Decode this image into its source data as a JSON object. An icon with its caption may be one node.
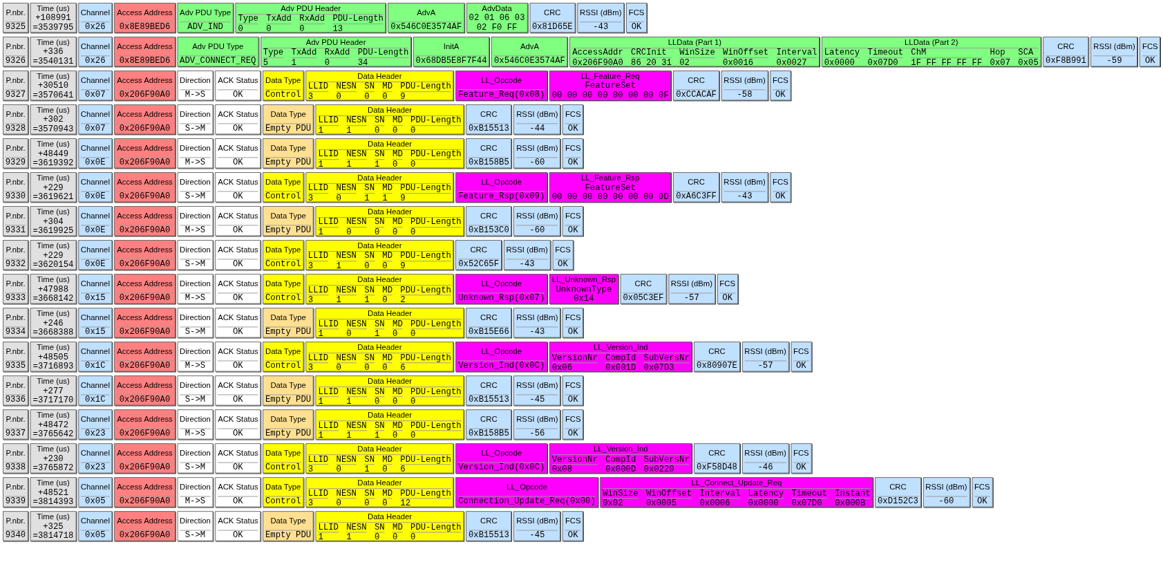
{
  "diagram": {
    "nodes": [
      {
        "text": [
          "P.nbr.",
          "9325"
        ]
      },
      {
        "text": [
          "Time (us)",
          "+108991",
          "=3539795"
        ]
      },
      {
        "text": [
          "Channel",
          "0x26"
        ]
      },
      {
        "text": [
          "Access Address",
          "0x8E89BED6"
        ]
      },
      {
        "text": [
          "Adv PDU Type",
          "ADV_IND"
        ]
      },
      {
        "text": [
          "Adv PDU Header",
          "Type",
          "TxAdd",
          "RxAdd",
          "PDU-Length",
          "0",
          "0",
          "0",
          "13"
        ]
      },
      {
        "text": [
          "AdvA",
          "0x546C0E3574AF"
        ]
      },
      {
        "text": [
          "AdvData",
          "02 01 06 03",
          "02 F0 FF"
        ]
      },
      {
        "text": [
          "CRC",
          "0x81D65E"
        ]
      },
      {
        "text": [
          "RSSI (dBm)",
          "-43"
        ]
      },
      {
        "text": [
          "FCS",
          "OK"
        ]
      },
      {
        "text": [
          "P.nbr.",
          "9326"
        ]
      },
      {
        "text": [
          "Time (us)",
          "+336",
          "=3540131"
        ]
      },
      {
        "text": [
          "Channel",
          "0x26"
        ]
      },
      {
        "text": [
          "Access Address",
          "0x8E89BED6"
        ]
      },
      {
        "text": [
          "Adv PDU Type",
          "ADV_CONNECT_REQ"
        ]
      },
      {
        "text": [
          "Adv PDU Header",
          "Type",
          "TxAdd",
          "RxAdd",
          "PDU-Length",
          "5",
          "1",
          "0",
          "34"
        ]
      },
      {
        "text": [
          "InitA",
          "0x68DB5E8F7F44"
        ]
      },
      {
        "text": [
          "AdvA",
          "0x546C0E3574AF"
        ]
      },
      {
        "text": [
          "LLData (Part 1)",
          "AccessAddr",
          "CRCInit",
          "WinSize",
          "WinOffset",
          "Interval",
          "0x206F90A0",
          "86 20 31",
          "02",
          "0x0016",
          "0x0027"
        ]
      },
      {
        "text": [
          "LLData (Part 2)",
          "Latency",
          "Timeout",
          "ChM",
          "Hop",
          "SCA",
          "0x0000",
          "0x07D0",
          "1F FF FF FF FF",
          "0x07",
          "0x05"
        ]
      },
      {
        "text": [
          "CRC",
          "0xF8B991"
        ]
      },
      {
        "text": [
          "RSSI (dBm)",
          "-59"
        ]
      },
      {
        "text": [
          "FCS",
          "OK"
        ]
      },
      {
        "text": [
          "P.nbr.",
          "9327"
        ]
      },
      {
        "text": [
          "Time (us)",
          "+30510",
          "=3570641"
        ]
      },
      {
        "text": [
          "Channel",
          "0x07"
        ]
      },
      {
        "text": [
          "Access Address",
          "0x206F90A0"
        ]
      },
      {
        "text": [
          "Direction",
          "M->S"
        ]
      },
      {
        "text": [
          "ACK Status",
          "OK"
        ]
      },
      {
        "text": [
          "Data Type",
          "Control"
        ]
      },
      {
        "text": [
          "Data Header",
          "LLID",
          "NESN",
          "SN",
          "MD",
          "PDU-Length",
          "3",
          "0",
          "0",
          "0",
          "9"
        ]
      },
      {
        "text": [
          "LL_Opcode",
          "Feature_Req(0x08)"
        ]
      },
      {
        "text": [
          "LL_Feature_Req",
          "FeatureSet",
          "00 00 00 00 00 00 00 0F"
        ]
      },
      {
        "text": [
          "CRC",
          "0xCCACAF"
        ]
      },
      {
        "text": [
          "RSSI (dBm)",
          "-58"
        ]
      },
      {
        "text": [
          "FCS",
          "OK"
        ]
      },
      {
        "text": [
          "P.nbr.",
          "9328"
        ]
      },
      {
        "text": [
          "Time (us)",
          "+302",
          "=3570943"
        ]
      },
      {
        "text": [
          "Channel",
          "0x07"
        ]
      },
      {
        "text": [
          "Access Address",
          "0x206F90A0"
        ]
      },
      {
        "text": [
          "Direction",
          "S->M"
        ]
      },
      {
        "text": [
          "ACK Status",
          "OK"
        ]
      },
      {
        "text": [
          "Data Type",
          "Empty PDU"
        ]
      },
      {
        "text": [
          "Data Header",
          "LLID",
          "NESN",
          "SN",
          "MD",
          "PDU-Length",
          "1",
          "1",
          "0",
          "0",
          "0"
        ]
      },
      {
        "text": [
          "CRC",
          "0xB15513"
        ]
      },
      {
        "text": [
          "RSSI (dBm)",
          "-44"
        ]
      },
      {
        "text": [
          "FCS",
          "OK"
        ]
      },
      {
        "text": [
          "P.nbr.",
          "9329"
        ]
      },
      {
        "text": [
          "Time (us)",
          "+48449",
          "=3619392"
        ]
      },
      {
        "text": [
          "Channel",
          "0x0E"
        ]
      },
      {
        "text": [
          "Access Address",
          "0x206F90A0"
        ]
      },
      {
        "text": [
          "Direction",
          "M->S"
        ]
      },
      {
        "text": [
          "ACK Status",
          "OK"
        ]
      },
      {
        "text": [
          "Data Type",
          "Empty PDU"
        ]
      },
      {
        "text": [
          "Data Header",
          "LLID",
          "NESN",
          "SN",
          "MD",
          "PDU-Length",
          "1",
          "1",
          "1",
          "0",
          "0"
        ]
      },
      {
        "text": [
          "CRC",
          "0xB158B5"
        ]
      },
      {
        "text": [
          "RSSI (dBm)",
          "-60"
        ]
      },
      {
        "text": [
          "FCS",
          "OK"
        ]
      },
      {
        "text": [
          "P.nbr.",
          "9330"
        ]
      },
      {
        "text": [
          "Time (us)",
          "+229",
          "=3619621"
        ]
      },
      {
        "text": [
          "Channel",
          "0x0E"
        ]
      },
      {
        "text": [
          "Access Address",
          "0x206F90A0"
        ]
      },
      {
        "text": [
          "Direction",
          "S->M"
        ]
      },
      {
        "text": [
          "ACK Status",
          "OK"
        ]
      },
      {
        "text": [
          "Data Type",
          "Control"
        ]
      },
      {
        "text": [
          "Data Header",
          "LLID",
          "NESN",
          "SN",
          "MD",
          "PDU-Length",
          "3",
          "0",
          "1",
          "1",
          "9"
        ]
      },
      {
        "text": [
          "LL_Opcode",
          "Feature_Rsp(0x09)"
        ]
      },
      {
        "text": [
          "LL_Feature_Rsp",
          "FeatureSet",
          "00 00 00 00 00 00 00 0D"
        ]
      },
      {
        "text": [
          "CRC",
          "0xA6C3FF"
        ]
      },
      {
        "text": [
          "RSSI (dBm)",
          "-43"
        ]
      },
      {
        "text": [
          "FCS",
          "OK"
        ]
      },
      {
        "text": [
          "P.nbr.",
          "9331"
        ]
      },
      {
        "text": [
          "Time (us)",
          "+304",
          "=3619925"
        ]
      },
      {
        "text": [
          "Channel",
          "0x0E"
        ]
      },
      {
        "text": [
          "Access Address",
          "0x206F90A0"
        ]
      },
      {
        "text": [
          "Direction",
          "M->S"
        ]
      },
      {
        "text": [
          "ACK Status",
          "OK"
        ]
      },
      {
        "text": [
          "Data Type",
          "Empty PDU"
        ]
      },
      {
        "text": [
          "Data Header",
          "LLID",
          "NESN",
          "SN",
          "MD",
          "PDU-Length",
          "1",
          "0",
          "0",
          "0",
          "0"
        ]
      },
      {
        "text": [
          "CRC",
          "0xB153C0"
        ]
      },
      {
        "text": [
          "RSSI (dBm)",
          "-60"
        ]
      },
      {
        "text": [
          "FCS",
          "OK"
        ]
      },
      {
        "text": [
          "P.nbr.",
          "9332"
        ]
      },
      {
        "text": [
          "Time (us)",
          "+229",
          "=3620154"
        ]
      },
      {
        "text": [
          "Channel",
          "0x0E"
        ]
      },
      {
        "text": [
          "Access Address",
          "0x206F90A0"
        ]
      },
      {
        "text": [
          "Direction",
          "S->M"
        ]
      },
      {
        "text": [
          "ACK Status",
          "OK"
        ]
      },
      {
        "text": [
          "Data Type",
          "Control"
        ]
      },
      {
        "text": [
          "Data Header",
          "LLID",
          "NESN",
          "SN",
          "MD",
          "PDU-Length",
          "3",
          "1",
          "0",
          "0",
          "9"
        ]
      },
      {
        "text": [
          "CRC",
          "0x52C65F"
        ]
      },
      {
        "text": [
          "RSSI (dBm)",
          "-43"
        ]
      },
      {
        "text": [
          "FCS",
          "OK"
        ]
      },
      {
        "text": [
          "P.nbr.",
          "9333"
        ]
      },
      {
        "text": [
          "Time (us)",
          "+47988",
          "=3668142"
        ]
      },
      {
        "text": [
          "Channel",
          "0x15"
        ]
      },
      {
        "text": [
          "Access Address",
          "0x206F90A0"
        ]
      },
      {
        "text": [
          "Direction",
          "M->S"
        ]
      },
      {
        "text": [
          "ACK Status",
          "OK"
        ]
      },
      {
        "text": [
          "Data Type",
          "Control"
        ]
      },
      {
        "text": [
          "Data Header",
          "LLID",
          "NESN",
          "SN",
          "MD",
          "PDU-Length",
          "3",
          "1",
          "1",
          "0",
          "2"
        ]
      },
      {
        "text": [
          "LL_Opcode",
          "Unknown_Rsp(0x07)"
        ]
      },
      {
        "text": [
          "LL_Unknown_Rsp",
          "UnknownType",
          "0x14"
        ]
      },
      {
        "text": [
          "CRC",
          "0x05C3EF"
        ]
      },
      {
        "text": [
          "RSSI (dBm)",
          "-57"
        ]
      },
      {
        "text": [
          "FCS",
          "OK"
        ]
      },
      {
        "text": [
          "P.nbr.",
          "9334"
        ]
      },
      {
        "text": [
          "Time (us)",
          "+246",
          "=3668388"
        ]
      },
      {
        "text": [
          "Channel",
          "0x15"
        ]
      },
      {
        "text": [
          "Access Address",
          "0x206F90A0"
        ]
      },
      {
        "text": [
          "Direction",
          "S->M"
        ]
      },
      {
        "text": [
          "ACK Status",
          "OK"
        ]
      },
      {
        "text": [
          "Data Type",
          "Empty PDU"
        ]
      },
      {
        "text": [
          "Data Header",
          "LLID",
          "NESN",
          "SN",
          "MD",
          "PDU-Length",
          "1",
          "0",
          "1",
          "0",
          "0"
        ]
      },
      {
        "text": [
          "CRC",
          "0xB15E66"
        ]
      },
      {
        "text": [
          "RSSI (dBm)",
          "-43"
        ]
      },
      {
        "text": [
          "FCS",
          "OK"
        ]
      },
      {
        "text": [
          "P.nbr.",
          "9335"
        ]
      },
      {
        "text": [
          "Time (us)",
          "+48505",
          "=3716893"
        ]
      },
      {
        "text": [
          "Channel",
          "0x1C"
        ]
      },
      {
        "text": [
          "Access Address",
          "0x206F90A0"
        ]
      },
      {
        "text": [
          "Direction",
          "M->S"
        ]
      },
      {
        "text": [
          "ACK Status",
          "OK"
        ]
      },
      {
        "text": [
          "Data Type",
          "Control"
        ]
      },
      {
        "text": [
          "Data Header",
          "LLID",
          "NESN",
          "SN",
          "MD",
          "PDU-Length",
          "3",
          "0",
          "0",
          "0",
          "6"
        ]
      },
      {
        "text": [
          "LL_Opcode",
          "Version_Ind(0x0C)"
        ]
      },
      {
        "text": [
          "LL_Version_Ind",
          "VersionNr",
          "CompId",
          "SubVersNr",
          "0x06",
          "0x001D",
          "0x07D3"
        ]
      },
      {
        "text": [
          "CRC",
          "0x80907E"
        ]
      },
      {
        "text": [
          "RSSI (dBm)",
          "-57"
        ]
      },
      {
        "text": [
          "FCS",
          "OK"
        ]
      },
      {
        "text": [
          "P.nbr.",
          "9336"
        ]
      },
      {
        "text": [
          "Time (us)",
          "+277",
          "=3717170"
        ]
      },
      {
        "text": [
          "Channel",
          "0x1C"
        ]
      },
      {
        "text": [
          "Access Address",
          "0x206F90A0"
        ]
      },
      {
        "text": [
          "Direction",
          "S->M"
        ]
      },
      {
        "text": [
          "ACK Status",
          "OK"
        ]
      },
      {
        "text": [
          "Data Type",
          "Empty PDU"
        ]
      },
      {
        "text": [
          "Data Header",
          "LLID",
          "NESN",
          "SN",
          "MD",
          "PDU-Length",
          "1",
          "1",
          "0",
          "0",
          "0"
        ]
      },
      {
        "text": [
          "CRC",
          "0xB15513"
        ]
      },
      {
        "text": [
          "RSSI (dBm)",
          "-45"
        ]
      },
      {
        "text": [
          "FCS",
          "OK"
        ]
      },
      {
        "text": [
          "P.nbr.",
          "9337"
        ]
      },
      {
        "text": [
          "Time (us)",
          "+48472",
          "=3765642"
        ]
      },
      {
        "text": [
          "Channel",
          "0x23"
        ]
      },
      {
        "text": [
          "Access Address",
          "0x206F90A0"
        ]
      },
      {
        "text": [
          "Direction",
          "M->S"
        ]
      },
      {
        "text": [
          "ACK Status",
          "OK"
        ]
      },
      {
        "text": [
          "Data Type",
          "Empty PDU"
        ]
      },
      {
        "text": [
          "Data Header",
          "LLID",
          "NESN",
          "SN",
          "MD",
          "PDU-Length",
          "1",
          "1",
          "1",
          "0",
          "0"
        ]
      },
      {
        "text": [
          "CRC",
          "0xB158B5"
        ]
      },
      {
        "text": [
          "RSSI (dBm)",
          "-56"
        ]
      },
      {
        "text": [
          "FCS",
          "OK"
        ]
      },
      {
        "text": [
          "P.nbr.",
          "9338"
        ]
      },
      {
        "text": [
          "Time (us)",
          "+230",
          "=3765872"
        ]
      },
      {
        "text": [
          "Channel",
          "0x23"
        ]
      },
      {
        "text": [
          "Access Address",
          "0x206F90A0"
        ]
      },
      {
        "text": [
          "Direction",
          "S->M"
        ]
      },
      {
        "text": [
          "ACK Status",
          "OK"
        ]
      },
      {
        "text": [
          "Data Type",
          "Control"
        ]
      },
      {
        "text": [
          "Data Header",
          "LLID",
          "NESN",
          "SN",
          "MD",
          "PDU-Length",
          "3",
          "0",
          "1",
          "0",
          "6"
        ]
      },
      {
        "text": [
          "LL_Opcode",
          "Version_Ind(0x0C)"
        ]
      },
      {
        "text": [
          "LL_Version_Ind",
          "VersionNr",
          "CompId",
          "SubVersNr",
          "0x08",
          "0x000D",
          "0x0220"
        ]
      },
      {
        "text": [
          "CRC",
          "0xF58D48"
        ]
      },
      {
        "text": [
          "RSSI (dBm)",
          "-46"
        ]
      },
      {
        "text": [
          "FCS",
          "OK"
        ]
      },
      {
        "text": [
          "P.nbr.",
          "9339"
        ]
      },
      {
        "text": [
          "Time (us)",
          "+48521",
          "=3814393"
        ]
      },
      {
        "text": [
          "Channel",
          "0x05"
        ]
      },
      {
        "text": [
          "Access Address",
          "0x206F90A0"
        ]
      },
      {
        "text": [
          "Direction",
          "M->S"
        ]
      },
      {
        "text": [
          "ACK Status",
          "OK"
        ]
      },
      {
        "text": [
          "Data Type",
          "Control"
        ]
      },
      {
        "text": [
          "Data Header",
          "LLID",
          "NESN",
          "SN",
          "MD",
          "PDU-Length",
          "3",
          "0",
          "0",
          "0",
          "12"
        ]
      },
      {
        "text": [
          "LL_Opcode",
          "Connection_Update_Req(0x00)"
        ]
      },
      {
        "text": [
          "LL_Connect_Update_Req",
          "WinSize",
          "WinOffset",
          "Interval",
          "Latency",
          "Timeout",
          "Instant",
          "0x02",
          "0x0005",
          "0x0006",
          "0x0000",
          "0x07D0",
          "0x000B"
        ]
      },
      {
        "text": [
          "CRC",
          "0xD152C3"
        ]
      },
      {
        "text": [
          "RSSI (dBm)",
          "-60"
        ]
      },
      {
        "text": [
          "FCS",
          "OK"
        ]
      },
      {
        "text": [
          "P.nbr.",
          "9340"
        ]
      },
      {
        "text": [
          "Time (us)",
          "+325",
          "=3814718"
        ]
      },
      {
        "text": [
          "Channel",
          "0x05"
        ]
      },
      {
        "text": [
          "Access Address",
          "0x206F90A0"
        ]
      },
      {
        "text": [
          "Direction",
          "S->M"
        ]
      },
      {
        "text": [
          "ACK Status",
          "OK"
        ]
      },
      {
        "text": [
          "Data Type",
          "Empty PDU"
        ]
      },
      {
        "text": [
          "Data Header",
          "LLID",
          "NESN",
          "SN",
          "MD",
          "PDU-Length",
          "1",
          "1",
          "0",
          "0",
          "0"
        ]
      },
      {
        "text": [
          "CRC",
          "0xB15513"
        ]
      },
      {
        "text": [
          "RSSI (dBm)",
          "-45"
        ]
      },
      {
        "text": [
          "FCS",
          "OK"
        ]
      }
    ]
  }
}
